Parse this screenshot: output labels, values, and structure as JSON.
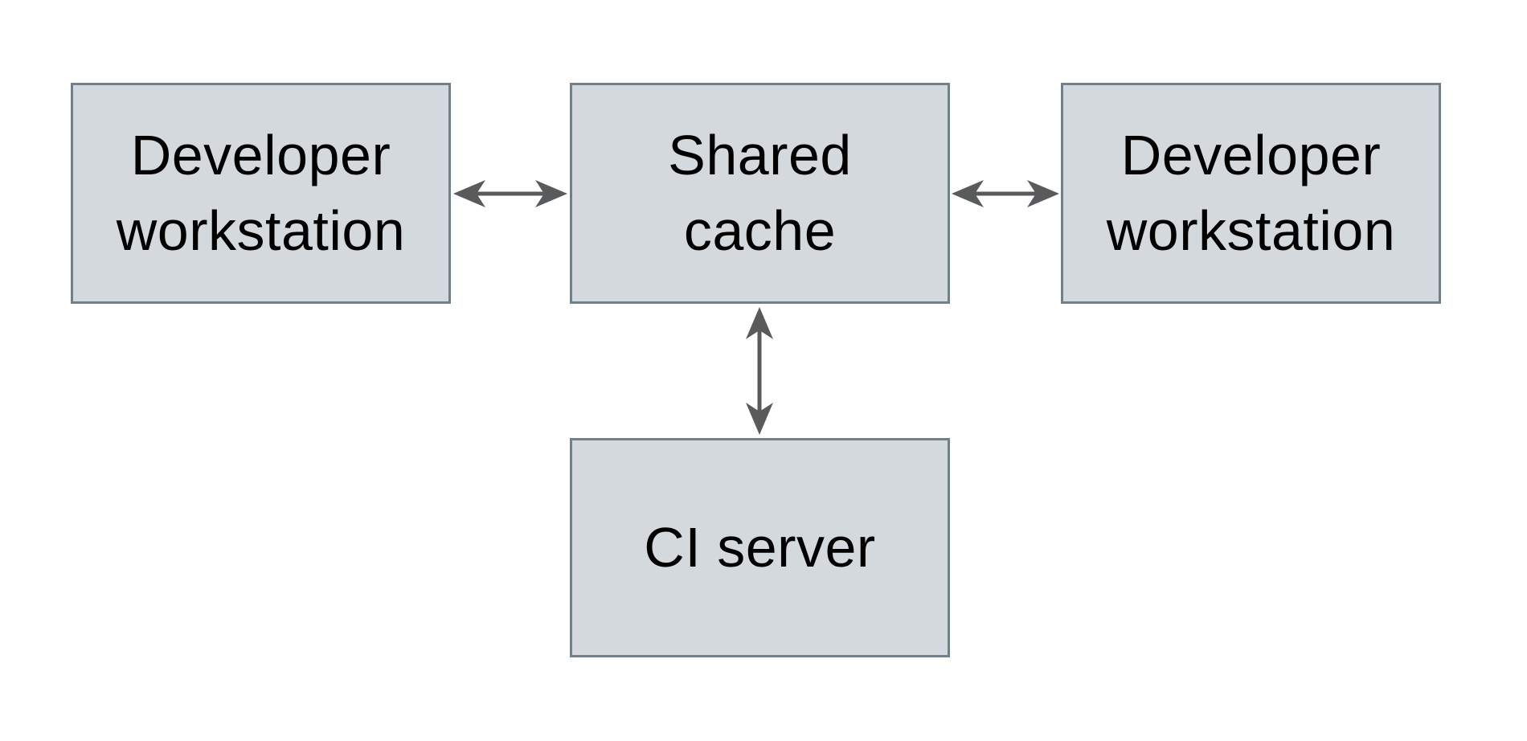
{
  "diagram": {
    "type": "architecture-diagram",
    "nodes": [
      {
        "id": "developer-workstation-left",
        "label": "Developer\nworkstation"
      },
      {
        "id": "shared-cache",
        "label": "Shared\ncache"
      },
      {
        "id": "developer-workstation-right",
        "label": "Developer\nworkstation"
      },
      {
        "id": "ci-server",
        "label": "CI server"
      }
    ],
    "edges": [
      {
        "from": "developer-workstation-left",
        "to": "shared-cache",
        "style": "double-headed-arrow"
      },
      {
        "from": "shared-cache",
        "to": "developer-workstation-right",
        "style": "double-headed-arrow"
      },
      {
        "from": "shared-cache",
        "to": "ci-server",
        "style": "double-headed-arrow"
      }
    ],
    "colors": {
      "node-fill": "#d3d9dc",
      "node-border": "#6e818d",
      "arrow": "#595a5c",
      "text": "#000000",
      "background": "#ffffff"
    }
  }
}
